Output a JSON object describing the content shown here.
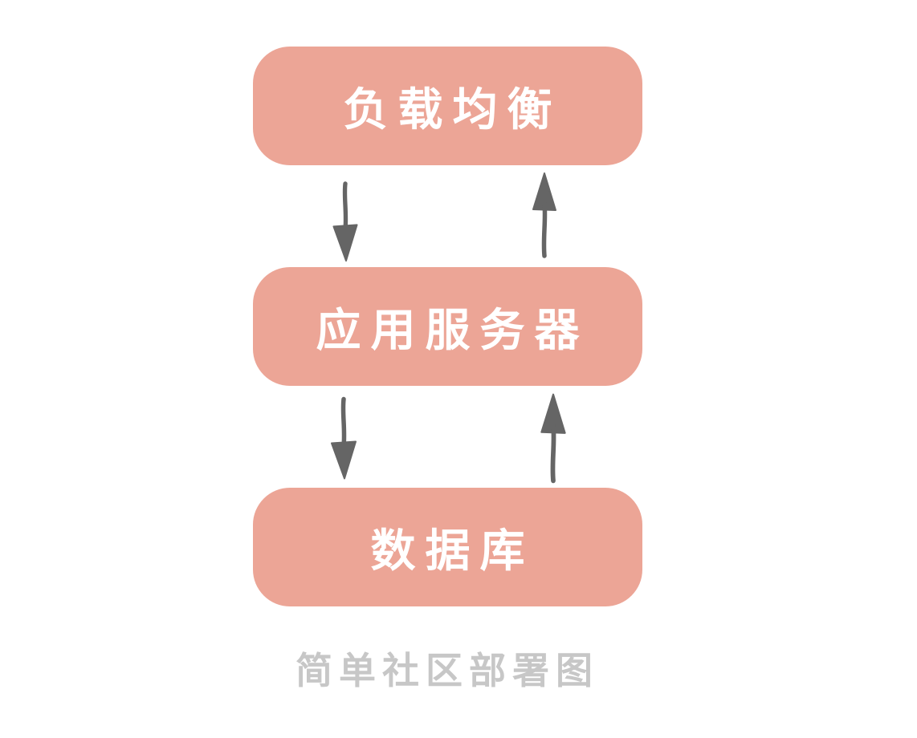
{
  "diagram": {
    "nodes": [
      {
        "id": "load-balancer",
        "label": "负载均衡"
      },
      {
        "id": "app-server",
        "label": "应用服务器"
      },
      {
        "id": "database",
        "label": "数据库"
      }
    ],
    "connections": [
      {
        "from": "load-balancer",
        "to": "app-server",
        "bidirectional": true
      },
      {
        "from": "app-server",
        "to": "database",
        "bidirectional": true
      }
    ],
    "caption": "简单社区部署图",
    "icons": {
      "down_arrow": "down-arrow-icon",
      "up_arrow": "up-arrow-icon"
    },
    "colors": {
      "node_fill": "#ECA596",
      "node_text": "#FFFFFF",
      "arrow": "#656565",
      "caption": "#C7C7C7",
      "background": "#FFFFFF"
    }
  }
}
